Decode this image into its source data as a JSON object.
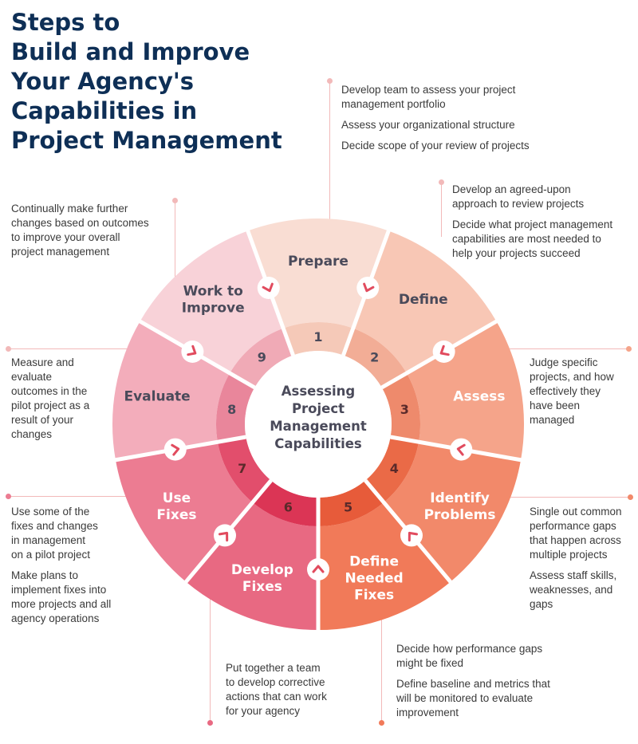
{
  "title": "Steps to\nBuild and Improve\nYour Agency's\nCapabilities in\nProject Management",
  "center_label": "Assessing\nProject\nManagement\nCapabilities",
  "steps": [
    {
      "number": "1",
      "label": "Prepare",
      "color": "#f9ddd3",
      "inner_color": "#f5c9b8",
      "label_color": "#4a4a5a"
    },
    {
      "number": "2",
      "label": "Define",
      "color": "#f8c7b5",
      "inner_color": "#f2ad96",
      "label_color": "#4a4a5a"
    },
    {
      "number": "3",
      "label": "Assess",
      "color": "#f5a48a",
      "inner_color": "#ee8a6c",
      "label_color": "#ffffff"
    },
    {
      "number": "4",
      "label": "Identify\nProblems",
      "color": "#f2896a",
      "inner_color": "#ea6a47",
      "label_color": "#ffffff"
    },
    {
      "number": "5",
      "label": "Define\nNeeded\nFixes",
      "color": "#f17a59",
      "inner_color": "#e75b3a",
      "label_color": "#ffffff"
    },
    {
      "number": "6",
      "label": "Develop\nFixes",
      "color": "#e86982",
      "inner_color": "#db3555",
      "label_color": "#ffffff"
    },
    {
      "number": "7",
      "label": "Use\nFixes",
      "color": "#ec7c92",
      "inner_color": "#e24e6c",
      "label_color": "#ffffff"
    },
    {
      "number": "8",
      "label": "Evaluate",
      "color": "#f3adbb",
      "inner_color": "#e9869b",
      "label_color": "#4a4a5a"
    },
    {
      "number": "9",
      "label": "Work to\nImprove",
      "color": "#f8d2d8",
      "inner_color": "#f0aab6",
      "label_color": "#4a4a5a"
    }
  ],
  "notes": {
    "prepare": [
      "Develop team to assess your project\nmanagement portfolio",
      "Assess your organizational structure",
      "Decide scope of your review of projects"
    ],
    "define": [
      "Develop an agreed-upon\napproach to review projects",
      "Decide what project management\ncapabilities are most needed to\nhelp your projects succeed"
    ],
    "assess": [
      "Judge specific\nprojects, and how\neffectively they\nhave been\nmanaged"
    ],
    "identify": [
      "Single out common\nperformance gaps\nthat happen across\nmultiple projects",
      "Assess staff skills,\nweaknesses, and\ngaps"
    ],
    "define_fixes": [
      "Decide how performance gaps\nmight be fixed",
      "Define baseline and metrics that\nwill be monitored to evaluate\nimprovement"
    ],
    "develop": [
      "Put together a team\nto develop corrective\nactions that can work\nfor your agency"
    ],
    "use": [
      "Use some of the\nfixes and changes\n in management\non a pilot project",
      "Make plans to\nimplement fixes into\nmore projects and all\nagency operations"
    ],
    "evaluate": [
      "Measure and\nevaluate\noutcomes in the\npilot project as a\nresult of your\nchanges"
    ],
    "improve": [
      "Continually make further\nchanges based on outcomes\nto improve your overall\nproject management"
    ]
  },
  "colors": {
    "title": "#0e2f56",
    "connector": "#f2b9b9",
    "text": "#3a3a3a",
    "center_text": "#4a4a5a",
    "arrow": "#e14b5e"
  }
}
